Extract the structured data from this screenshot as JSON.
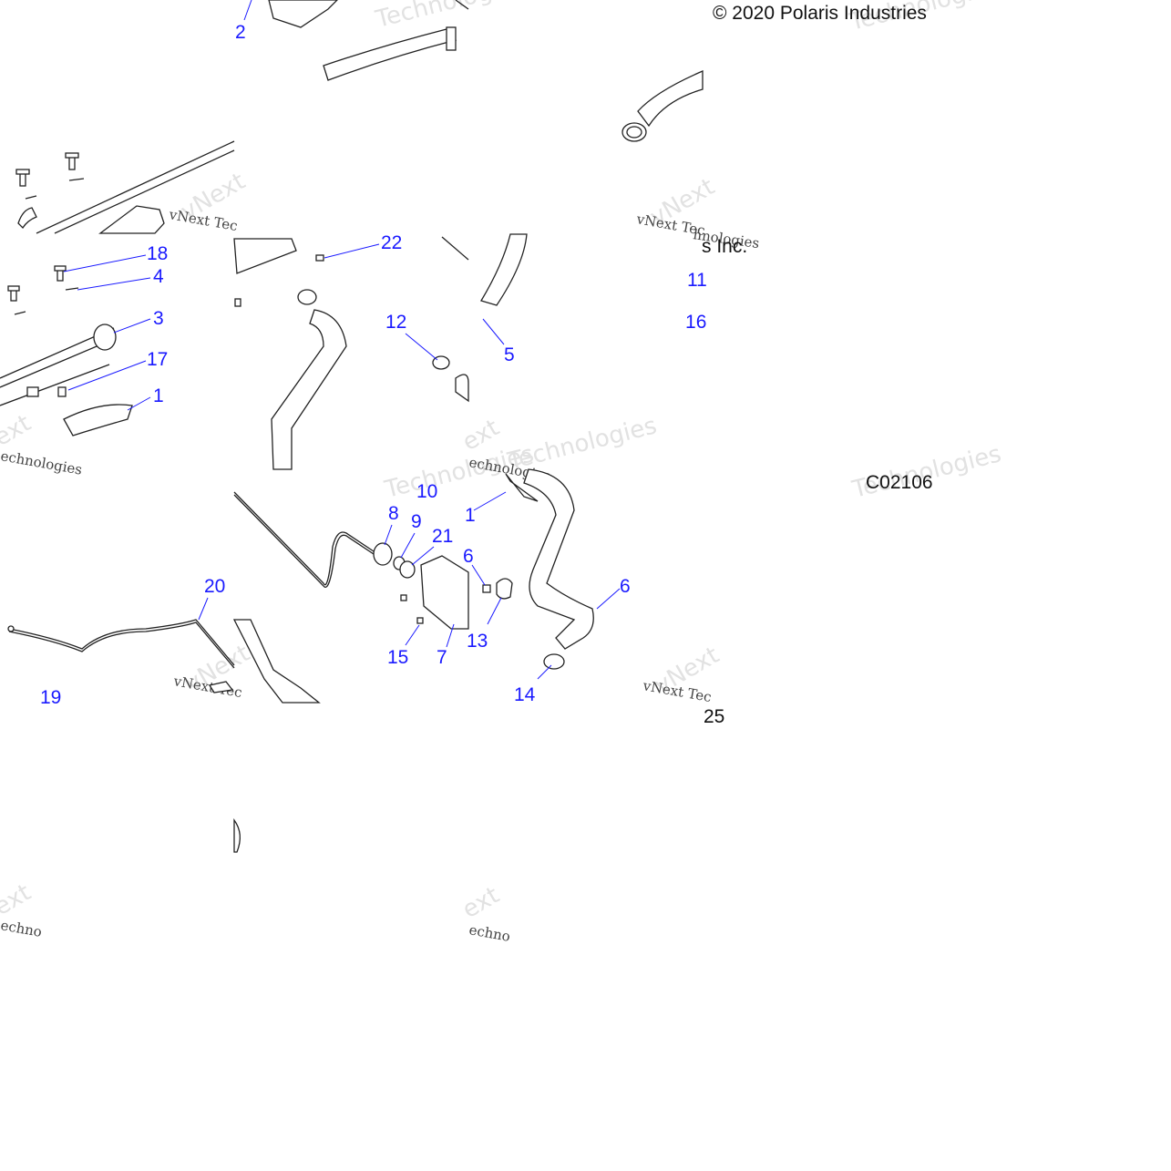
{
  "copyright": "© 2020 Polaris Industries",
  "copyright_fragment": "s Inc.",
  "drawing_code": "C02106",
  "page_ref": "25",
  "watermark": {
    "line1": "vNext",
    "line2": "Technologies",
    "combined": "vNext Technologies",
    "tail": "Tec",
    "partial_a": "echnologies",
    "partial_b": "ext",
    "partial_c": "echno"
  },
  "callouts": {
    "c1": "1",
    "c2": "2",
    "c3": "3",
    "c4": "4",
    "c5": "5",
    "c6": "6",
    "c7": "7",
    "c8": "8",
    "c9": "9",
    "c10": "10",
    "c11": "11",
    "c12": "12",
    "c13": "13",
    "c14": "14",
    "c15": "15",
    "c16": "16",
    "c17": "17",
    "c18": "18",
    "c19": "19",
    "c20": "20",
    "c21": "21",
    "c22": "22",
    "c11_edge": "1",
    "c16_edge": "6",
    "c18_edge": "18"
  },
  "colors": {
    "callout": "#1a1aff",
    "line": "#222222",
    "watermark": "#e2e2e2",
    "background": "#ffffff"
  }
}
